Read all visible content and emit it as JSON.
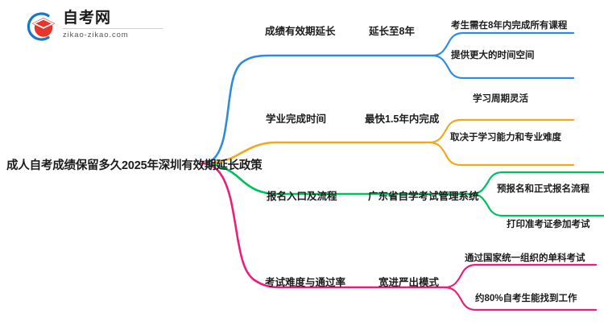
{
  "logo": {
    "name": "自考网",
    "url": "zikao-zikao.com",
    "mark": "graduation-cap-logo-icon"
  },
  "mindmap": {
    "root": "成人自考成绩保留多久2025年深圳有效期延长政策",
    "colors": {
      "branch1": "#2E8BE0",
      "branch2": "#F0A81E",
      "branch3": "#00C060",
      "branch4": "#ED1E79"
    },
    "branches": [
      {
        "color_key": "branch1",
        "level1": "成绩有效期延长",
        "level2": "延长至8年",
        "leaves": [
          "考生需在8年内完成所有课程",
          "提供更大的时间空间"
        ]
      },
      {
        "color_key": "branch2",
        "level1": "学业完成时间",
        "level2": "最快1.5年内完成",
        "leaves": [
          "学习周期灵活",
          "取决于学习能力和专业难度"
        ]
      },
      {
        "color_key": "branch3",
        "level1": "报名入口及流程",
        "level2": "广东省自学考试管理系统",
        "leaves": [
          "预报名和正式报名流程",
          "打印准考证参加考试"
        ]
      },
      {
        "color_key": "branch4",
        "level1": "考试难度与通过率",
        "level2": "宽进严出模式",
        "leaves": [
          "通过国家统一组织的单科考试",
          "约80%自考生能找到工作"
        ]
      }
    ]
  }
}
